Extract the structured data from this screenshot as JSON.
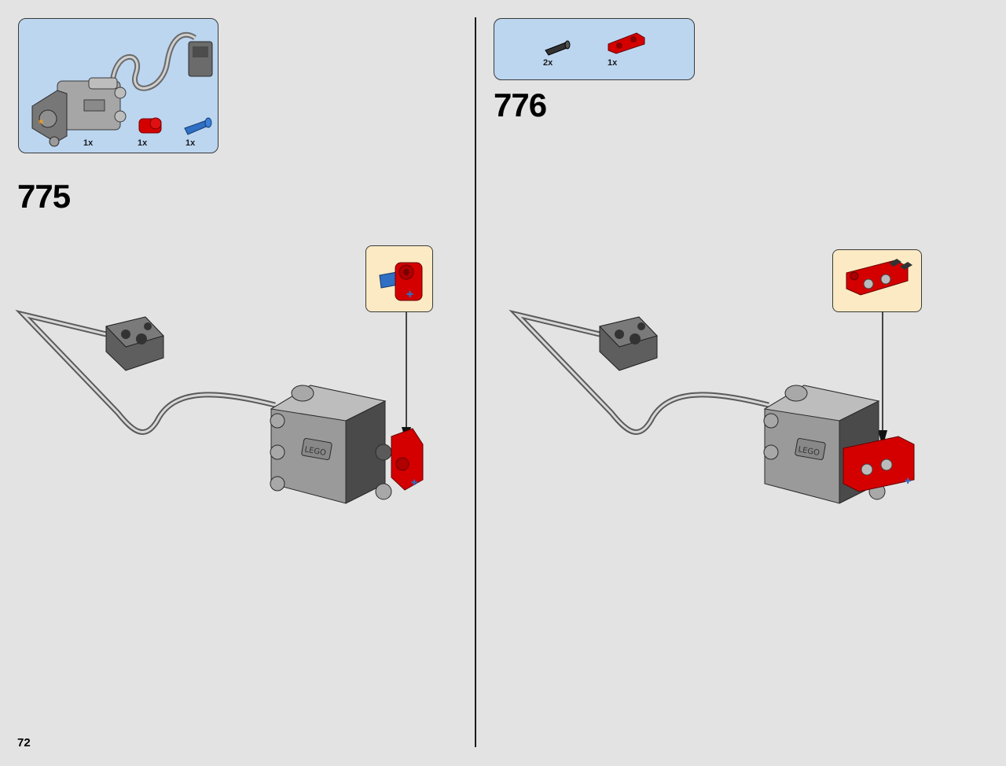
{
  "page": {
    "number": "72"
  },
  "steps": [
    {
      "number": "775",
      "parts": [
        {
          "icon": "power-functions-motor",
          "qty": "1x"
        },
        {
          "icon": "red-axle-pin-connector",
          "qty": "1x"
        },
        {
          "icon": "blue-axle-pin",
          "qty": "1x"
        }
      ]
    },
    {
      "number": "776",
      "parts": [
        {
          "icon": "black-friction-pin",
          "qty": "2x"
        },
        {
          "icon": "red-beam-2x1",
          "qty": "1x"
        }
      ]
    }
  ],
  "colors": {
    "background": "#e3e3e3",
    "parts_box": "#bcd6f0",
    "callout": "#fbeac3",
    "brick_red": "#d40000",
    "brick_blue": "#2f6fc4",
    "motor_grey": "#8c8c8c",
    "motor_dark": "#3c3c3c"
  }
}
